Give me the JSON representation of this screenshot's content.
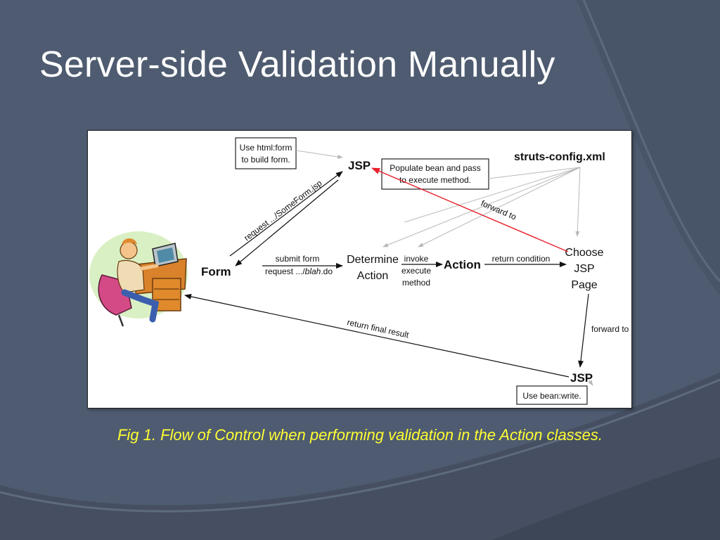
{
  "slide": {
    "title": "Server-side Validation Manually",
    "caption": "Fig 1. Flow of Control when performing validation in the Action classes."
  },
  "diagram": {
    "nodes": {
      "jsp_top": "JSP",
      "struts_config": "struts-config.xml",
      "form": "Form",
      "determine_line1": "Determine",
      "determine_line2": "Action",
      "action": "Action",
      "choose_line1": "Choose",
      "choose_line2": "JSP",
      "choose_line3": "Page",
      "jsp_bottom": "JSP"
    },
    "notes": {
      "html_form_line1": "Use html:form",
      "html_form_line2": "to build form.",
      "populate_line1": "Populate bean and pass",
      "populate_line2": "to execute method.",
      "bean_write": "Use bean:write."
    },
    "edges": {
      "request_someform": "request .../SomeForm.jsp",
      "submit_form": "submit form",
      "request_blah_prefix": "request .../",
      "request_blah_italic": "blah",
      "request_blah_suffix": ".do",
      "invoke_line1": "invoke",
      "invoke_line2": "execute",
      "invoke_line3": "method",
      "return_condition": "return condition",
      "forward_to_red": "forward to",
      "forward_to_right": "forward to",
      "return_final_result": "return final result"
    },
    "colors": {
      "red_arrow": "#e8202a",
      "arrow": "#111111",
      "light_arrow": "#b8b8b8"
    },
    "icons": [
      "person-at-computer-clipart"
    ]
  }
}
